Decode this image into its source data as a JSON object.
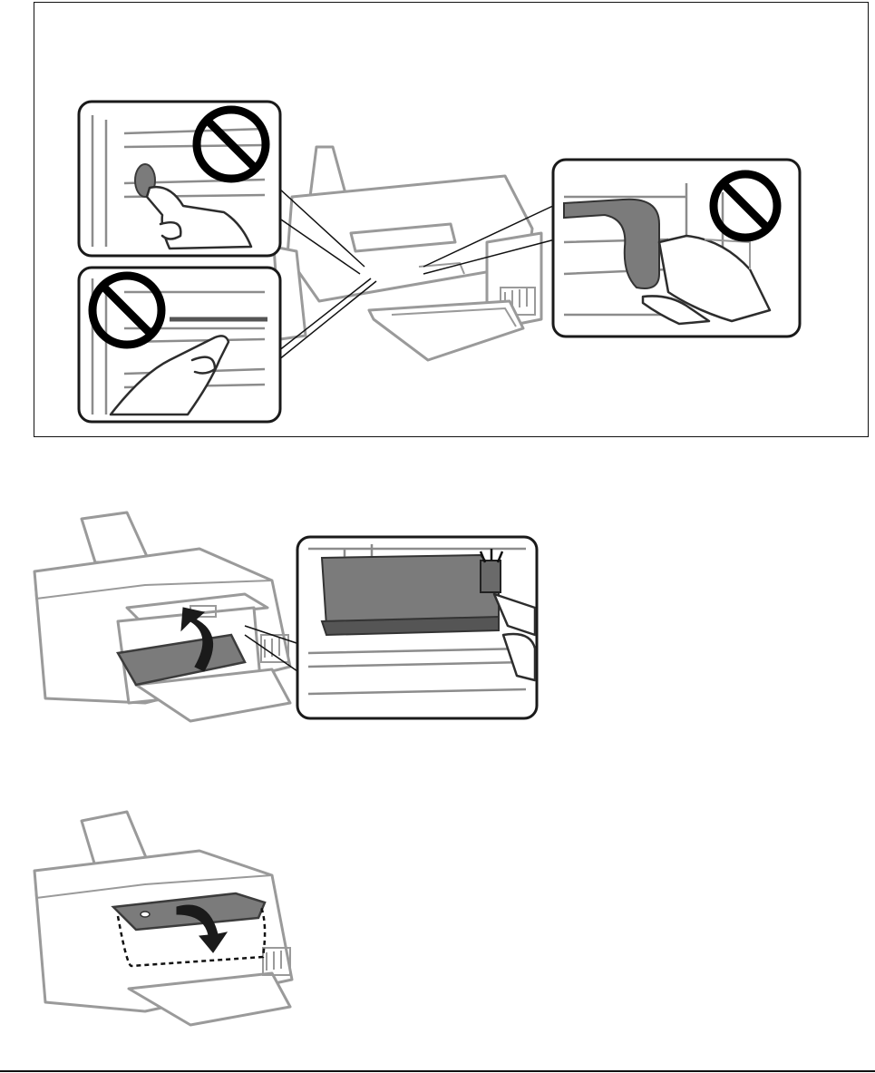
{
  "document": {
    "figures": [
      {
        "id": "warning-do-not-touch",
        "icon": "prohibited-icon",
        "callouts": 3
      },
      {
        "id": "close-inner-cover",
        "icon": "rotate-arrow-icon",
        "callouts": 1
      },
      {
        "id": "close-scanner-unit",
        "icon": "down-arrow-icon",
        "callouts": 0
      }
    ],
    "colors": {
      "line": "#9a9a9a",
      "dark_part": "#7b7b7b",
      "ink": "#1a1a1a"
    }
  }
}
